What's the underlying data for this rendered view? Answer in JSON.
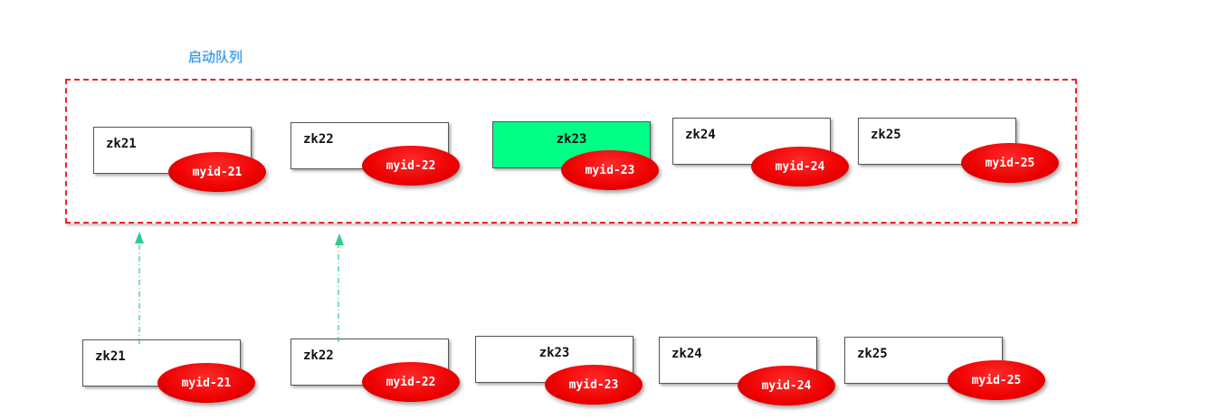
{
  "queue_title": "启动队列",
  "queue_nodes": [
    {
      "name": "zk21",
      "myid": "myid-21",
      "highlight": false
    },
    {
      "name": "zk22",
      "myid": "myid-22",
      "highlight": false
    },
    {
      "name": "zk23",
      "myid": "myid-23",
      "highlight": true
    },
    {
      "name": "zk24",
      "myid": "myid-24",
      "highlight": false
    },
    {
      "name": "zk25",
      "myid": "myid-25",
      "highlight": false
    }
  ],
  "pool_nodes": [
    {
      "name": "zk21",
      "myid": "myid-21"
    },
    {
      "name": "zk22",
      "myid": "myid-22"
    },
    {
      "name": "zk23",
      "myid": "myid-23"
    },
    {
      "name": "zk24",
      "myid": "myid-24"
    },
    {
      "name": "zk25",
      "myid": "myid-25"
    }
  ],
  "colors": {
    "queue_border": "#e8262a",
    "highlight": "#00ff87",
    "myid": "#ee0000",
    "arrow": "#2ecc8a",
    "title": "#2f8fe0"
  }
}
